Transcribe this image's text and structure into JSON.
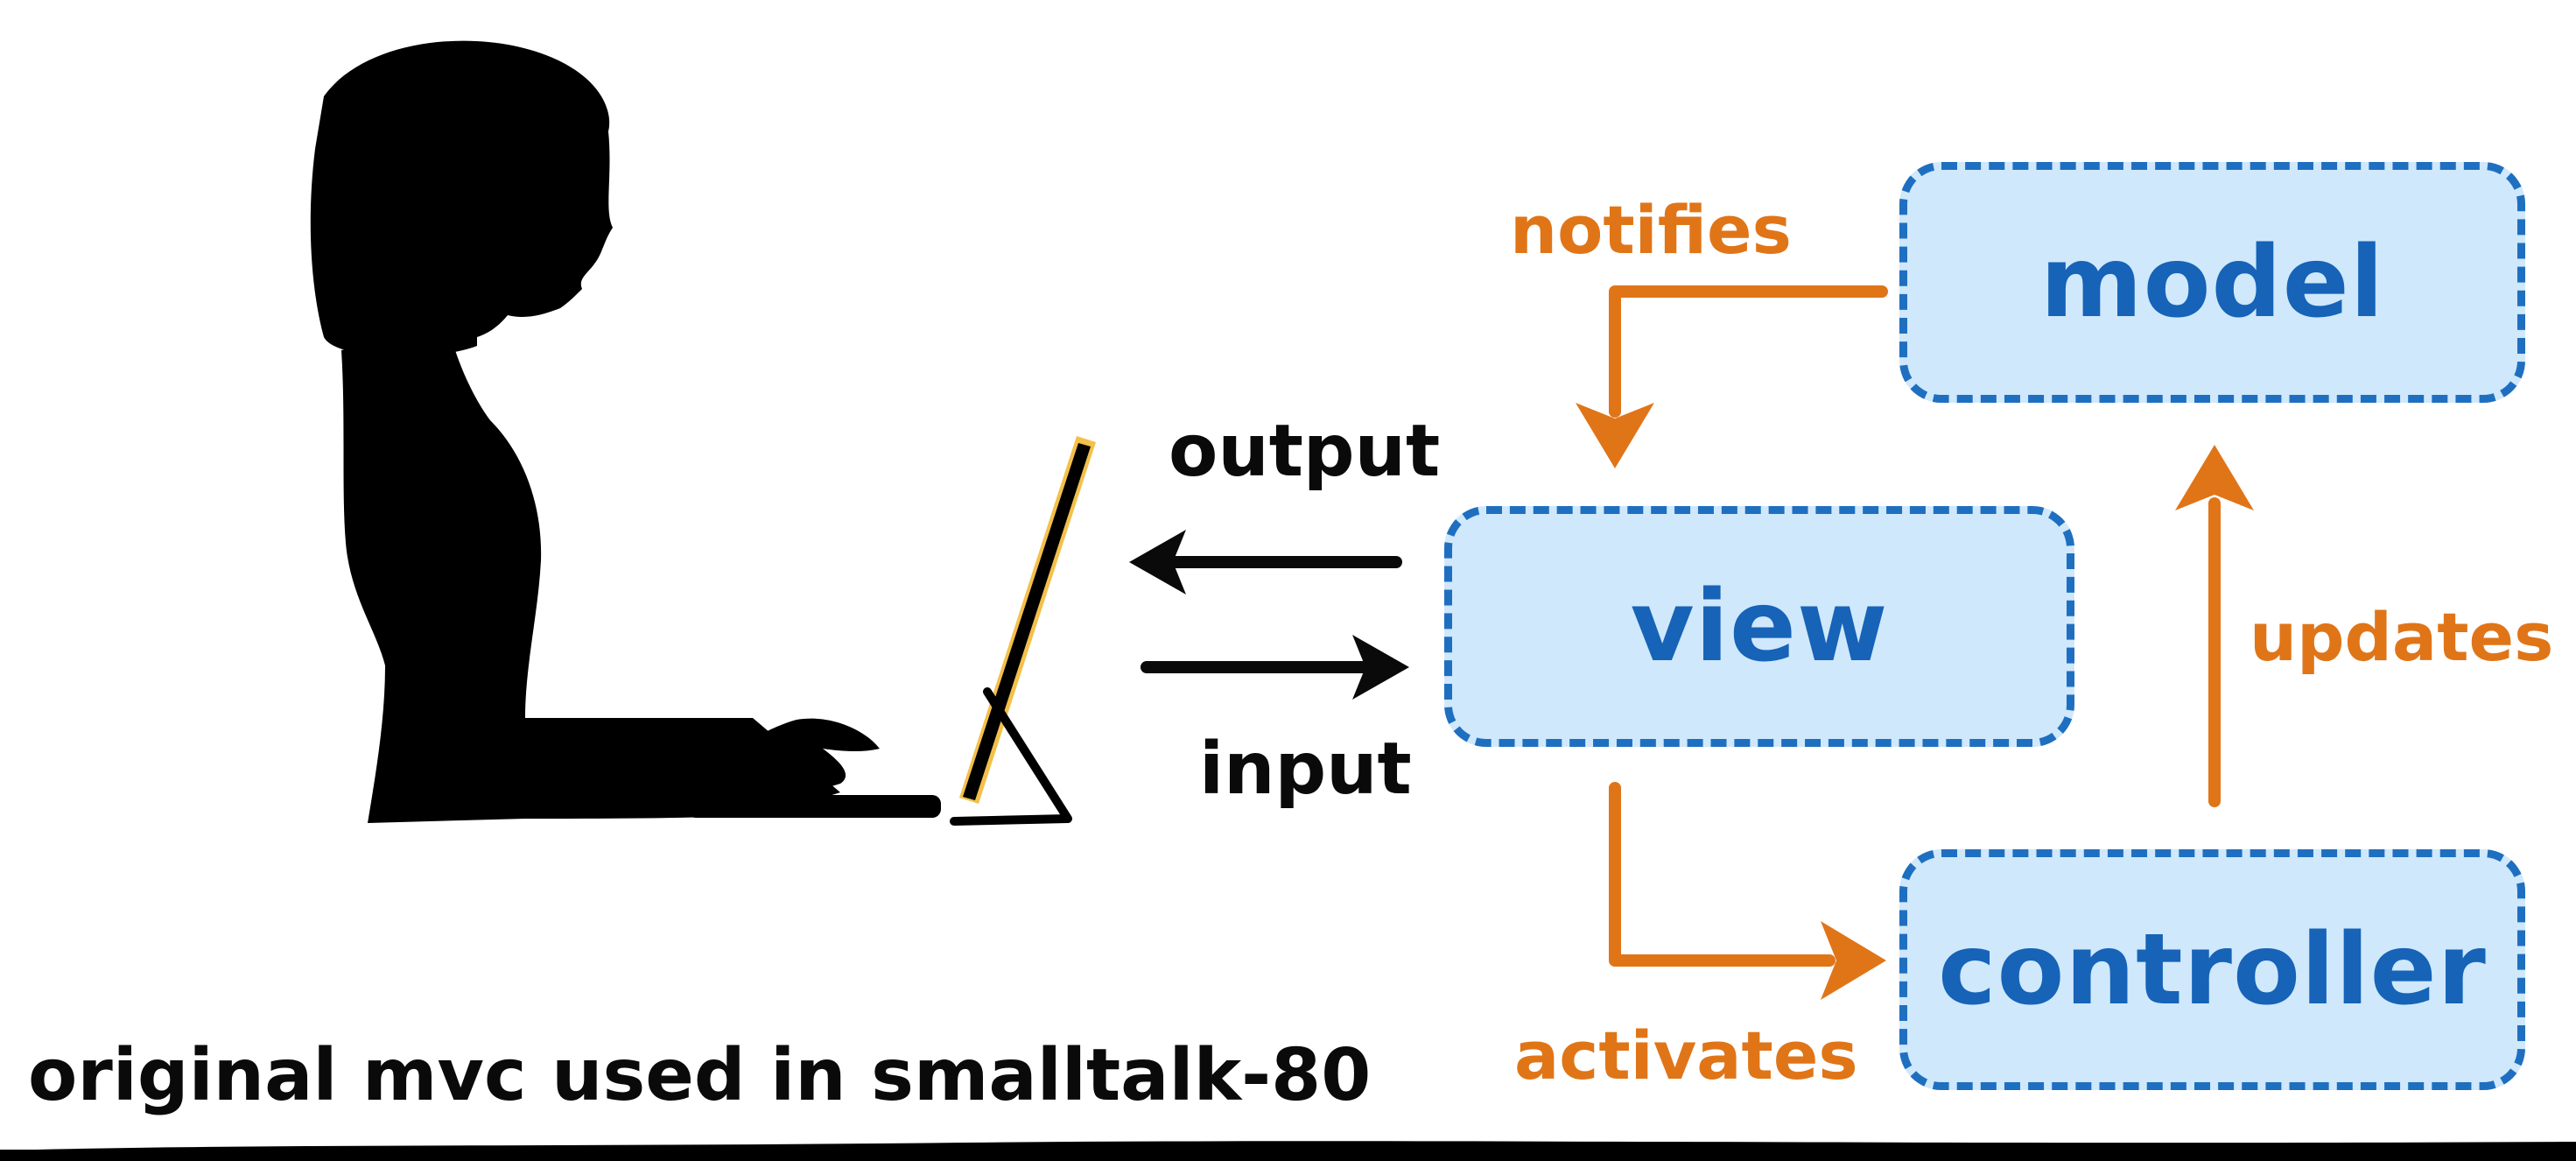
{
  "diagram": {
    "caption": "original mvc used in smalltalk-80",
    "nodes": {
      "model": "model",
      "view": "view",
      "controller": "controller"
    },
    "edges": {
      "notifies": "notifies",
      "updates": "updates",
      "activates": "activates",
      "output": "output",
      "input": "input"
    },
    "colors": {
      "box_fill": "#cfe8fb",
      "box_border": "#1f6fc1",
      "box_text": "#1663b8",
      "edge": "#e07518",
      "silhouette": "#000000",
      "screen_edge": "#f3c04a"
    },
    "icons": [
      "person-silhouette-icon",
      "computer-monitor-icon",
      "keyboard-icon"
    ]
  }
}
